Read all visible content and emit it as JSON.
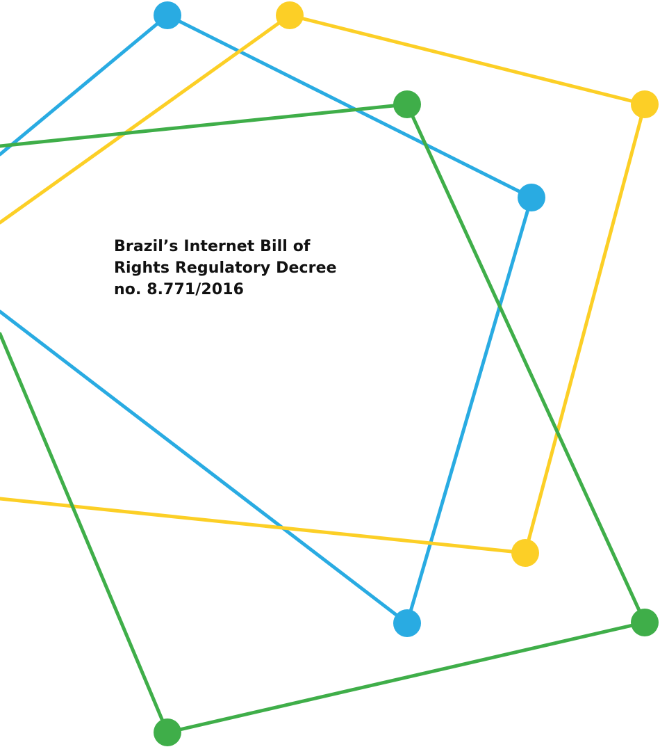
{
  "document": {
    "title_lines": [
      "Brazil’s Internet Bill of",
      "Rights Regulatory Decree",
      "no. 8.771/2016"
    ]
  },
  "colors": {
    "blue": "#29abe2",
    "yellow": "#fccf26",
    "green": "#3fae49",
    "text": "#111111",
    "background": "#ffffff"
  }
}
